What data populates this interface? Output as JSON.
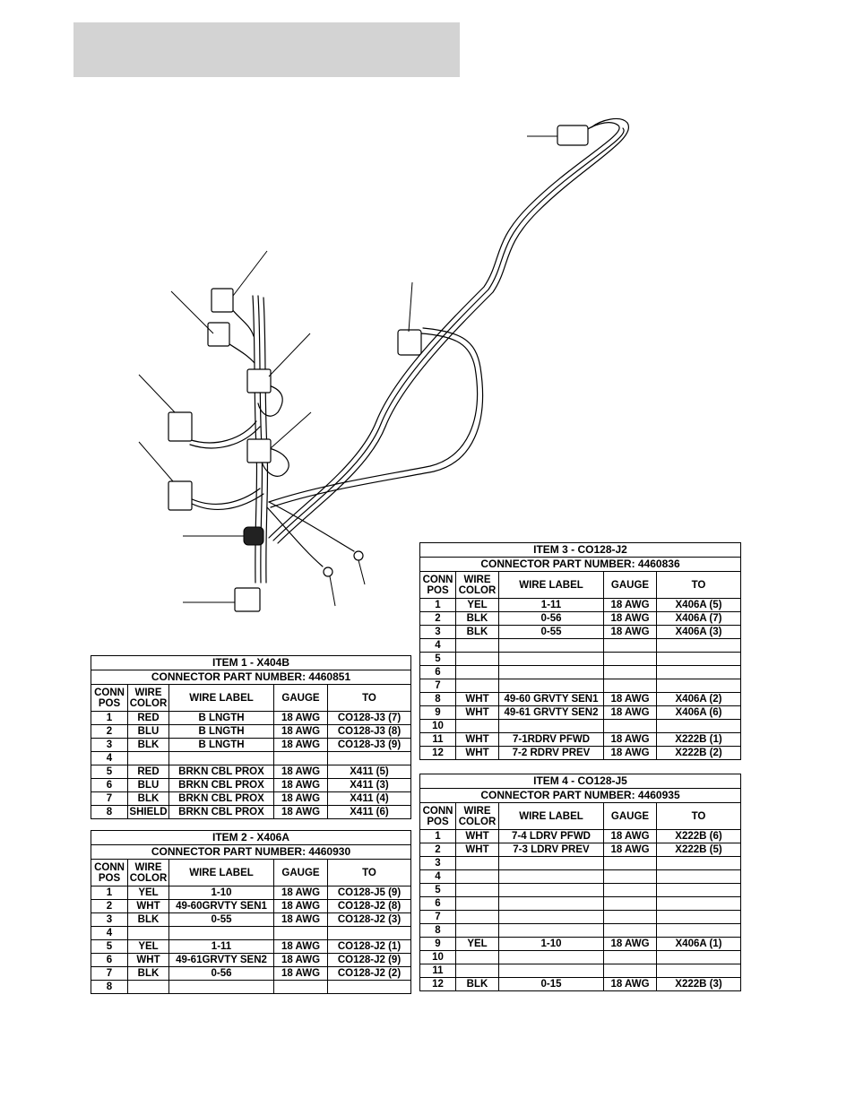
{
  "tables": [
    {
      "title": "ITEM 1 - X404B",
      "part_number": "CONNECTOR PART NUMBER:  4460851",
      "headers": [
        "CONN POS",
        "WIRE COLOR",
        "WIRE LABEL",
        "GAUGE",
        "TO"
      ],
      "rows": [
        [
          "1",
          "RED",
          "B LNGTH",
          "18 AWG",
          "CO128-J3 (7)"
        ],
        [
          "2",
          "BLU",
          "B LNGTH",
          "18 AWG",
          "CO128-J3 (8)"
        ],
        [
          "3",
          "BLK",
          "B LNGTH",
          "18 AWG",
          "CO128-J3 (9)"
        ],
        [
          "4",
          "",
          "",
          "",
          ""
        ],
        [
          "5",
          "RED",
          "BRKN CBL PROX",
          "18 AWG",
          "X411 (5)"
        ],
        [
          "6",
          "BLU",
          "BRKN CBL PROX",
          "18 AWG",
          "X411 (3)"
        ],
        [
          "7",
          "BLK",
          "BRKN CBL PROX",
          "18 AWG",
          "X411 (4)"
        ],
        [
          "8",
          "SHIELD",
          "BRKN CBL PROX",
          "18 AWG",
          "X411 (6)"
        ]
      ]
    },
    {
      "title": "ITEM 2 - X406A",
      "part_number": "CONNECTOR PART NUMBER: 4460930",
      "headers": [
        "CONN POS",
        "WIRE COLOR",
        "WIRE LABEL",
        "GAUGE",
        "TO"
      ],
      "rows": [
        [
          "1",
          "YEL",
          "1-10",
          "18 AWG",
          "CO128-J5 (9)"
        ],
        [
          "2",
          "WHT",
          "49-60GRVTY SEN1",
          "18 AWG",
          "CO128-J2 (8)"
        ],
        [
          "3",
          "BLK",
          "0-55",
          "18 AWG",
          "CO128-J2 (3)"
        ],
        [
          "4",
          "",
          "",
          "",
          ""
        ],
        [
          "5",
          "YEL",
          "1-11",
          "18 AWG",
          "CO128-J2 (1)"
        ],
        [
          "6",
          "WHT",
          "49-61GRVTY SEN2",
          "18 AWG",
          "CO128-J2 (9)"
        ],
        [
          "7",
          "BLK",
          "0-56",
          "18 AWG",
          "CO128-J2 (2)"
        ],
        [
          "8",
          "",
          "",
          "",
          ""
        ]
      ]
    },
    {
      "title": "ITEM 3 - CO128-J2",
      "part_number": "CONNECTOR PART NUMBER: 4460836",
      "headers": [
        "CONN POS",
        "WIRE COLOR",
        "WIRE LABEL",
        "GAUGE",
        "TO"
      ],
      "rows": [
        [
          "1",
          "YEL",
          "1-11",
          "18 AWG",
          "X406A (5)"
        ],
        [
          "2",
          "BLK",
          "0-56",
          "18 AWG",
          "X406A (7)"
        ],
        [
          "3",
          "BLK",
          "0-55",
          "18 AWG",
          "X406A (3)"
        ],
        [
          "4",
          "",
          "",
          "",
          ""
        ],
        [
          "5",
          "",
          "",
          "",
          ""
        ],
        [
          "6",
          "",
          "",
          "",
          ""
        ],
        [
          "7",
          "",
          "",
          "",
          ""
        ],
        [
          "8",
          "WHT",
          "49-60 GRVTY SEN1",
          "18 AWG",
          "X406A (2)"
        ],
        [
          "9",
          "WHT",
          "49-61 GRVTY SEN2",
          "18 AWG",
          "X406A (6)"
        ],
        [
          "10",
          "",
          "",
          "",
          ""
        ],
        [
          "11",
          "WHT",
          "7-1RDRV PFWD",
          "18 AWG",
          "X222B (1)"
        ],
        [
          "12",
          "WHT",
          "7-2 RDRV PREV",
          "18 AWG",
          "X222B (2)"
        ]
      ]
    },
    {
      "title": "ITEM 4 - CO128-J5",
      "part_number": "CONNECTOR PART NUMBER: 4460935",
      "headers": [
        "CONN POS",
        "WIRE COLOR",
        "WIRE LABEL",
        "GAUGE",
        "TO"
      ],
      "rows": [
        [
          "1",
          "WHT",
          "7-4 LDRV PFWD",
          "18 AWG",
          "X222B (6)"
        ],
        [
          "2",
          "WHT",
          "7-3 LDRV PREV",
          "18 AWG",
          "X222B (5)"
        ],
        [
          "3",
          "",
          "",
          "",
          ""
        ],
        [
          "4",
          "",
          "",
          "",
          ""
        ],
        [
          "5",
          "",
          "",
          "",
          ""
        ],
        [
          "6",
          "",
          "",
          "",
          ""
        ],
        [
          "7",
          "",
          "",
          "",
          ""
        ],
        [
          "8",
          "",
          "",
          "",
          ""
        ],
        [
          "9",
          "YEL",
          "1-10",
          "18 AWG",
          "X406A (1)"
        ],
        [
          "10",
          "",
          "",
          "",
          ""
        ],
        [
          "11",
          "",
          "",
          "",
          ""
        ],
        [
          "12",
          "BLK",
          "0-15",
          "18 AWG",
          "X222B (3)"
        ]
      ]
    }
  ]
}
